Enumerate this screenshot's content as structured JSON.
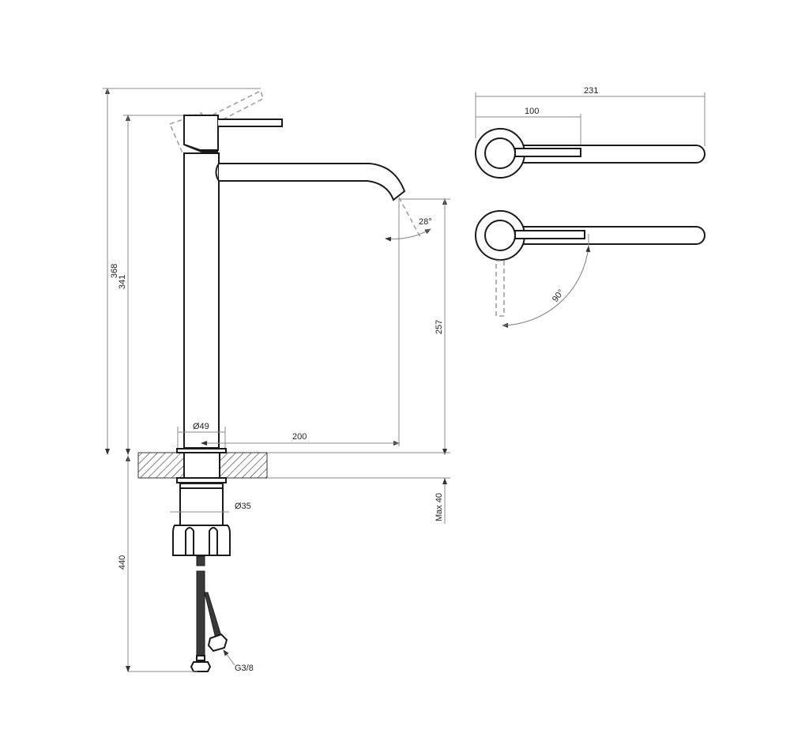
{
  "title": "Tall basin mixer technical drawing",
  "side_view": {
    "dimensions": {
      "total_height_lever_open": "368",
      "body_height": "341",
      "spout_outlet_height": "257",
      "spout_reach": "200",
      "body_diameter": "Ø49",
      "shank_diameter": "Ø35",
      "max_countertop_thickness": "Max 40",
      "hose_length": "440",
      "hose_connection": "G3/8",
      "spout_angle": "28°"
    }
  },
  "top_view": {
    "dimensions": {
      "total_length": "231",
      "handle_length": "100",
      "lever_rotation": "90°"
    }
  }
}
